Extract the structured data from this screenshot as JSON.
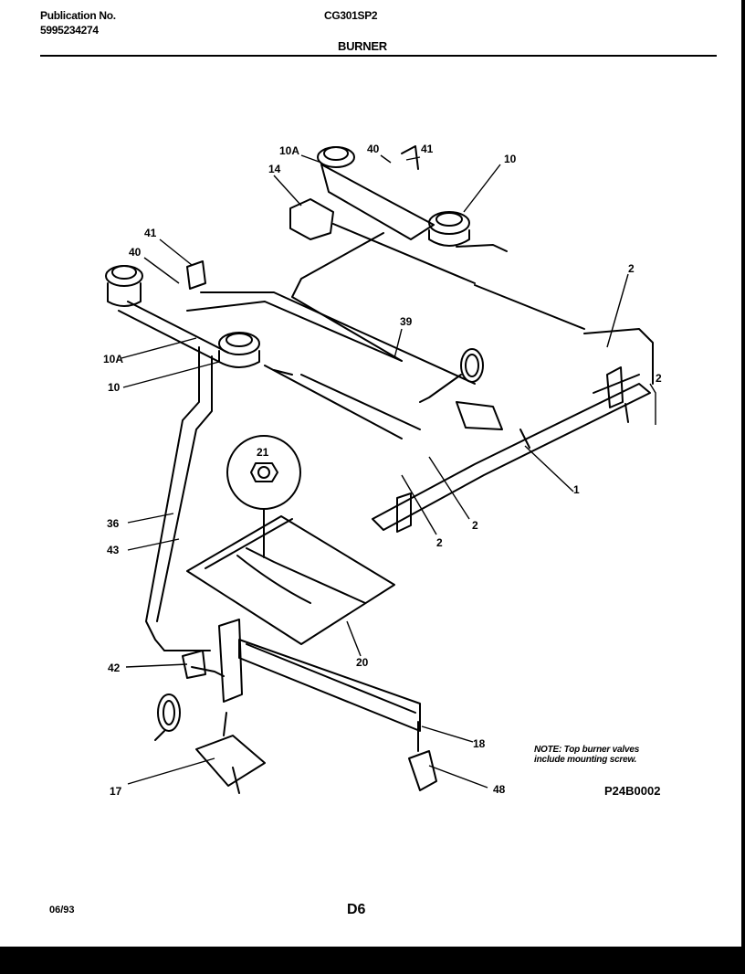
{
  "header": {
    "publication_label": "Publication No.",
    "publication_number": "5995234274",
    "model": "CG301SP2",
    "section": "BURNER"
  },
  "callouts": {
    "c10A_top": "10A",
    "c40_top": "40",
    "c41_top": "41",
    "c10_top": "10",
    "c14": "14",
    "c41_left": "41",
    "c40_left": "40",
    "c39": "39",
    "c10A_left": "10A",
    "c10_left": "10",
    "c2_top": "2",
    "c2_right": "2",
    "c1": "1",
    "c2_mid": "2",
    "c2_low": "2",
    "c21": "21",
    "c36": "36",
    "c43": "43",
    "c20": "20",
    "c42": "42",
    "c18": "18",
    "c17": "17",
    "c48": "48"
  },
  "note": {
    "line1": "NOTE: Top burner valves",
    "line2": "include mounting screw."
  },
  "part_code": "P24B0002",
  "footer": {
    "date": "06/93",
    "page": "D6"
  }
}
